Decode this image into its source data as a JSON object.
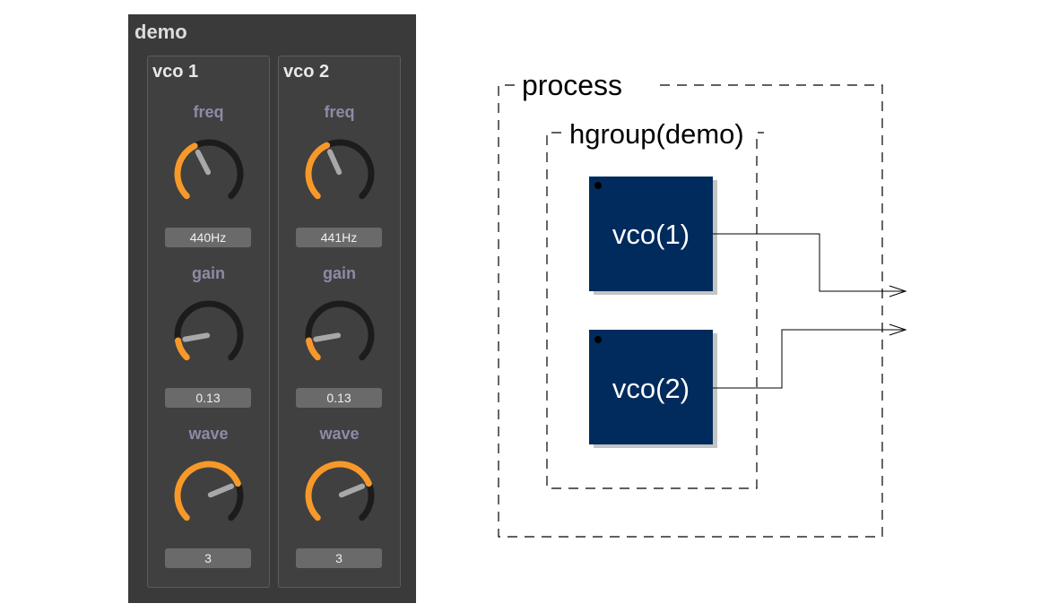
{
  "panel": {
    "title": "demo"
  },
  "groups": [
    {
      "title": "vco 1",
      "params": [
        {
          "label": "freq",
          "value": "440Hz",
          "level": 0.4
        },
        {
          "label": "gain",
          "value": "0.13",
          "level": 0.13
        },
        {
          "label": "wave",
          "value": "3",
          "level": 0.75
        }
      ]
    },
    {
      "title": "vco 2",
      "params": [
        {
          "label": "freq",
          "value": "441Hz",
          "level": 0.41
        },
        {
          "label": "gain",
          "value": "0.13",
          "level": 0.13
        },
        {
          "label": "wave",
          "value": "3",
          "level": 0.75
        }
      ]
    }
  ],
  "diagram": {
    "process_label": "process",
    "hgroup_label": "hgroup(demo)",
    "blocks": [
      {
        "label": "vco(1)"
      },
      {
        "label": "vco(2)"
      }
    ]
  },
  "colors": {
    "panel_bg": "#3a3a3a",
    "knob_accent": "#f7992a",
    "knob_track": "#1c1c1c",
    "knob_pointer": "#a8a8a8",
    "label_color": "#8e8aa6",
    "block_fill": "#002b5c"
  }
}
